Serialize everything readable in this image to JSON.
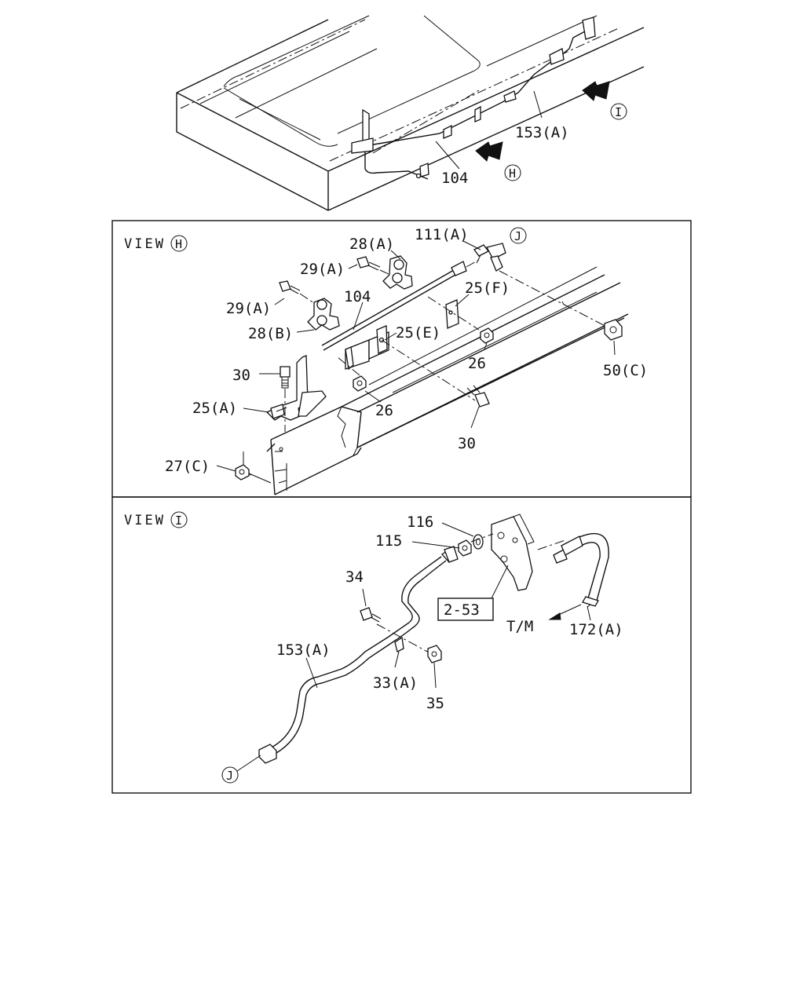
{
  "overview": {
    "labels": {
      "label_153a": "153(A)",
      "label_104": "104"
    },
    "markers": {
      "h": "H",
      "i": "I"
    }
  },
  "view_h": {
    "title": "VIEW",
    "marker": "H",
    "labels": {
      "l_28a": "28(A)",
      "l_111a": "111(A)",
      "l_29a_top": "29(A)",
      "l_29a_left": "29(A)",
      "l_104": "104",
      "l_25f": "25(F)",
      "l_28b": "28(B)",
      "l_25e": "25(E)",
      "l_26_right": "26",
      "l_50c": "50(C)",
      "l_30_top": "30",
      "l_25a": "25(A)",
      "l_26_mid": "26",
      "l_30_bottom": "30",
      "l_27c": "27(C)"
    },
    "marker_j": "J"
  },
  "view_i": {
    "title": "VIEW",
    "marker": "I",
    "labels": {
      "l_116": "116",
      "l_115": "115",
      "l_34": "34",
      "l_153a": "153(A)",
      "l_33a": "33(A)",
      "l_35": "35",
      "l_tm": "T/M",
      "l_172a": "172(A)"
    },
    "ref_box": "2-53",
    "marker_j": "J"
  }
}
